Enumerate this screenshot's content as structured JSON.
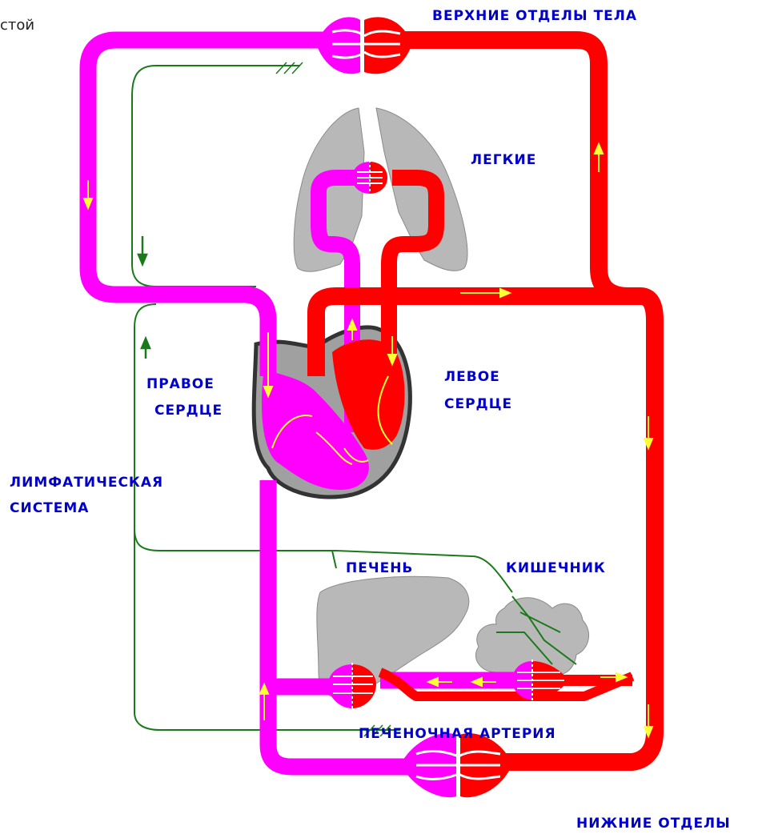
{
  "labels": {
    "corner_fragment": "стой",
    "upper_body": "ВЕРХНИЕ ОТДЕЛЫ ТЕЛА",
    "lungs": "ЛЕГКИЕ",
    "right_heart_1": "ПРАВОЕ",
    "right_heart_2": "СЕРДЦЕ",
    "left_heart_1": "ЛЕВОЕ",
    "left_heart_2": "СЕРДЦЕ",
    "lymph_1": "ЛИМФАТИЧЕСКАЯ",
    "lymph_2": "СИСТЕМА",
    "liver": "ПЕЧЕНЬ",
    "intestine": "КИШЕЧНИК",
    "hepatic_artery": "ПЕЧЕНОЧНАЯ АРТЕРИЯ",
    "lower_body": "НИЖНИЕ ОТДЕЛЫ"
  },
  "colors": {
    "venous": "#ff00ff",
    "arterial": "#ff0000",
    "lymph": "#1a7a1a",
    "organ": "#b8b8b8",
    "flow_arrow": "#ffff33",
    "label": "#0000cc"
  }
}
